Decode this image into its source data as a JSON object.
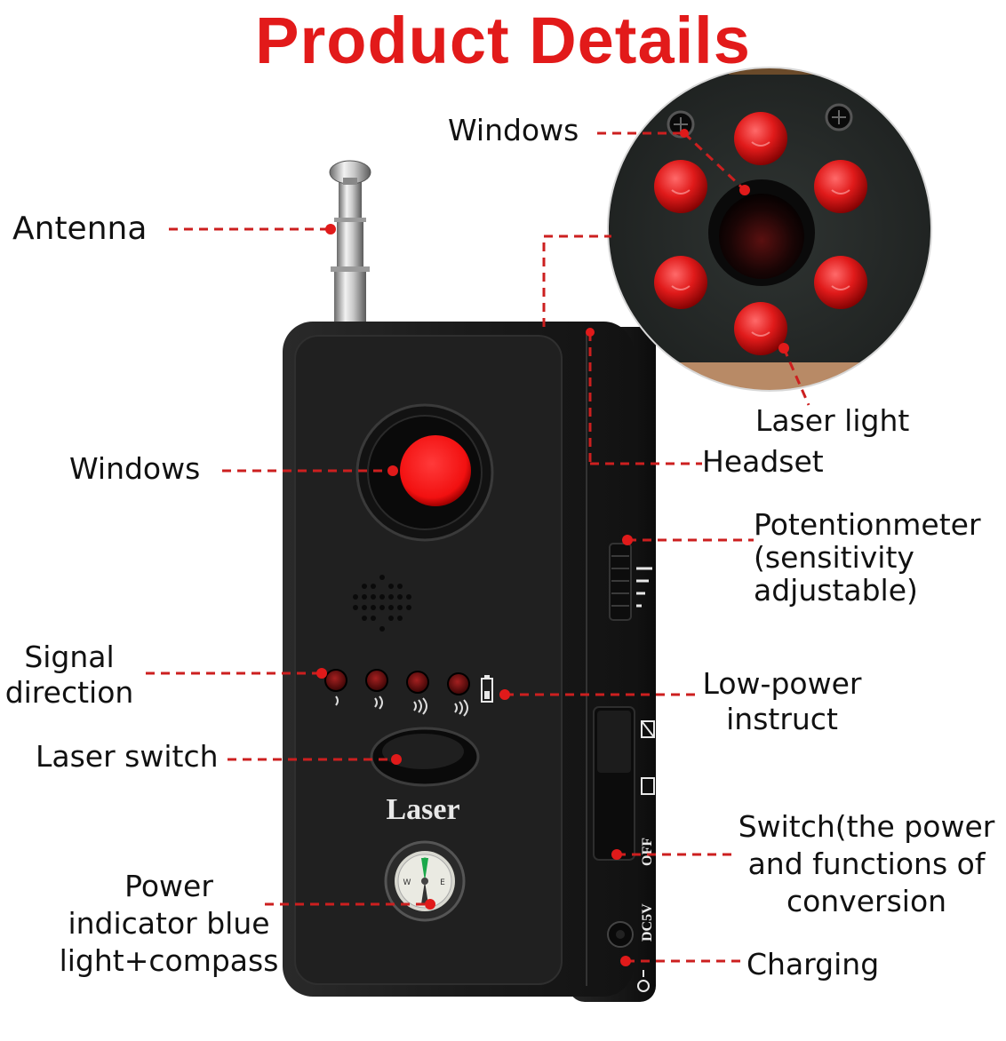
{
  "title": "Product Details",
  "device": {
    "laser_text": "Laser",
    "side_marks": [
      "OFF",
      "DC5V"
    ]
  },
  "labels": {
    "windows_top": "Windows",
    "antenna": "Antenna",
    "laser_light": "Laser light",
    "windows_front": "Windows",
    "headset": "Headset",
    "potentiometer": [
      "Potentionmeter",
      "(sensitivity",
      "adjustable)"
    ],
    "signal_direction": [
      "Signal",
      "direction"
    ],
    "low_power": [
      "Low-power",
      "instruct"
    ],
    "laser_switch": "Laser switch",
    "switch": [
      "Switch(the power",
      "and functions of",
      "conversion"
    ],
    "power_indicator": [
      "Power",
      "indicator blue",
      "light+compass"
    ],
    "charging": "Charging"
  },
  "colors": {
    "title": "#e21a1a",
    "leader": "#cc1f1f",
    "device_body": "#1a1a1a",
    "led_red": "#ff1a1a"
  }
}
